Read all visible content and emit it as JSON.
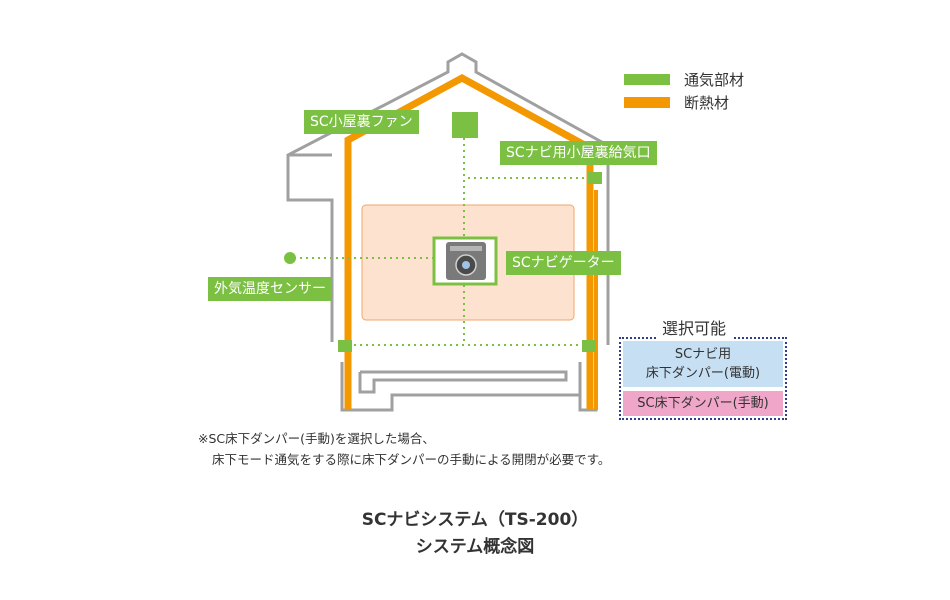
{
  "colors": {
    "ventilation_green": "#7cc043",
    "insulation_orange": "#f39800",
    "room_fill": "#fde3cf",
    "outline_gray": "#9a9a9a",
    "dotted_green": "#7cc043",
    "select_border": "#2e3f8a",
    "select_blue": "#c6dff2",
    "select_pink": "#f0a6c9"
  },
  "legend": {
    "ventilation_label": "通気部材",
    "insulation_label": "断熱材"
  },
  "labels": {
    "attic_fan": "SC小屋裏ファン",
    "attic_inlet": "SCナビ用小屋裏給気口",
    "navigator": "SCナビゲーター",
    "outdoor_sensor": "外気温度センサー"
  },
  "selectable": {
    "title": "選択可能",
    "electric_line1": "SCナビ用",
    "electric_line2": "床下ダンパー(電動)",
    "manual": "SC床下ダンパー(手動)"
  },
  "note": {
    "line1": "※SC床下ダンパー(手動)を選択した場合、",
    "line2": "床下モード通気をする際に床下ダンパーの手動による開閉が必要です。"
  },
  "caption": {
    "line1": "SCナビシステム（TS-200）",
    "line2": "システム概念図"
  },
  "icons": {
    "controller": "navigator-controller-icon",
    "sensor": "sensor-dot-icon"
  }
}
